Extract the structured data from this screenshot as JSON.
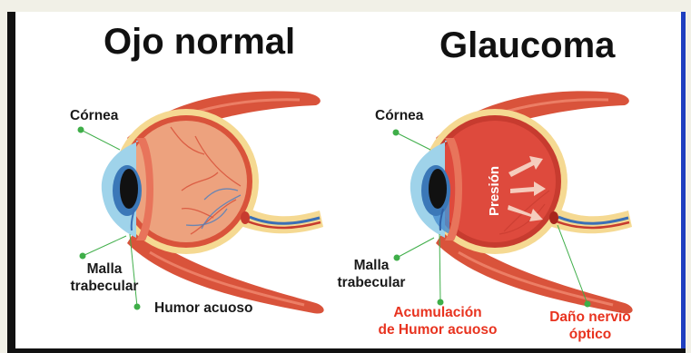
{
  "left": {
    "title": "Ojo normal",
    "labels": {
      "cornea": "Córnea",
      "malla_line1": "Malla",
      "malla_line2": "trabecular",
      "humor": "Humor acuoso"
    }
  },
  "right": {
    "title": "Glaucoma",
    "labels": {
      "cornea": "Córnea",
      "malla_line1": "Malla",
      "malla_line2": "trabecular",
      "presion": "Presión",
      "acum_line1": "Acumulación",
      "acum_line2": "de Humor acuoso",
      "dano_line1": "Daño nervio",
      "dano_line2": "óptico"
    }
  },
  "colors": {
    "muscle": "#d9533b",
    "muscle_light": "#e8745b",
    "sclera": "#f5d992",
    "eye_normal": "#eda27e",
    "eye_glaucoma": "#de4a3d",
    "cornea": "#9fd3ea",
    "lens_blue": "#3b78b8",
    "pupil": "#111111",
    "nerve_blue": "#3b6fb5",
    "vessel_red": "#c73b2f",
    "pointer": "#3fae49",
    "red_text": "#e8331f"
  }
}
